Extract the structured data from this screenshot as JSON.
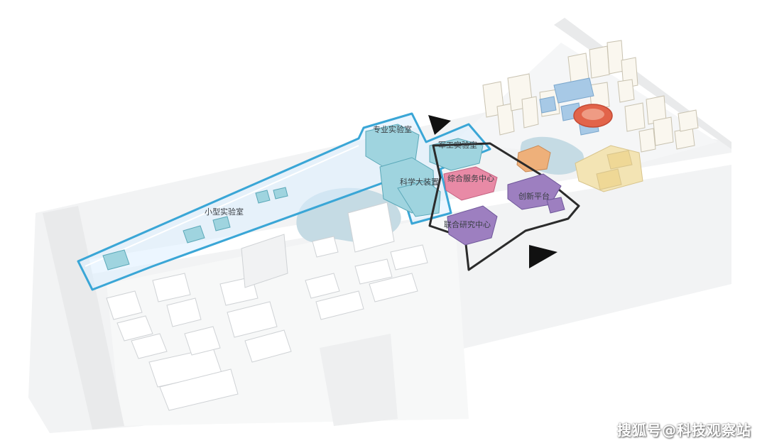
{
  "labels": {
    "professional_lab": "专业实验室",
    "military_lab": "军工实验室",
    "science_facility": "科学大装置",
    "small_lab": "小型实验室",
    "service_center": "综合服务中心",
    "innovation_platform": "创新平台",
    "joint_research": "联合研究中心"
  },
  "watermark": "搜狐号@科技观察站",
  "colors": {
    "lab_zone_outline": "#3aa6d6",
    "lab_zone_fill": "#dcefff",
    "research_zone_outline": "#2b2b2b",
    "service_center": "#e88aa6",
    "research_buildings": "#9d7fc0",
    "arena": "#e2644a",
    "orange_building": "#eeb07a",
    "yellow_cluster": "#f3e4b4",
    "water": "#c5dbe4"
  }
}
